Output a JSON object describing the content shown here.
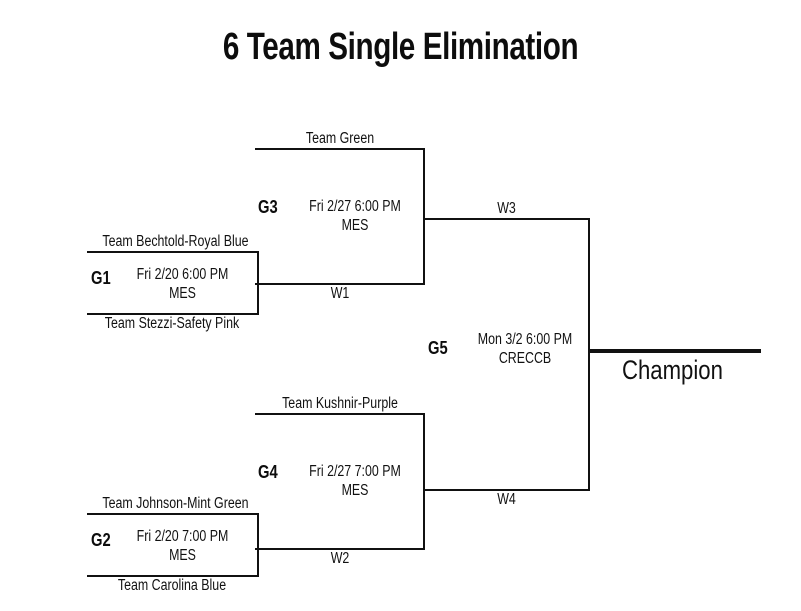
{
  "title": "6 Team Single Elimination",
  "champion": {
    "label": "Champion"
  },
  "games": [
    {
      "code": "G1",
      "top_slot": "Team Bechtold-Royal Blue",
      "bottom_slot": "Team Stezzi-Safety Pink",
      "datetime": "Fri 2/20 6:00 PM",
      "venue": "MES"
    },
    {
      "code": "G2",
      "top_slot": "Team Johnson-Mint Green",
      "bottom_slot": "Team Carolina Blue",
      "datetime": "Fri 2/20 7:00 PM",
      "venue": "MES"
    },
    {
      "code": "G3",
      "top_slot": "Team Green",
      "bottom_slot": "W1",
      "datetime": "Fri 2/27 6:00 PM",
      "venue": "MES"
    },
    {
      "code": "G4",
      "top_slot": "Team Kushnir-Purple",
      "bottom_slot": "W2",
      "datetime": "Fri 2/27 7:00 PM",
      "venue": "MES"
    },
    {
      "code": "G5",
      "top_slot": "W3",
      "bottom_slot": "W4",
      "datetime": "Mon 3/2 6:00 PM",
      "venue": "CRECCB"
    }
  ],
  "colors": {
    "line": "#111111",
    "text": "#111111",
    "background": "#ffffff"
  }
}
